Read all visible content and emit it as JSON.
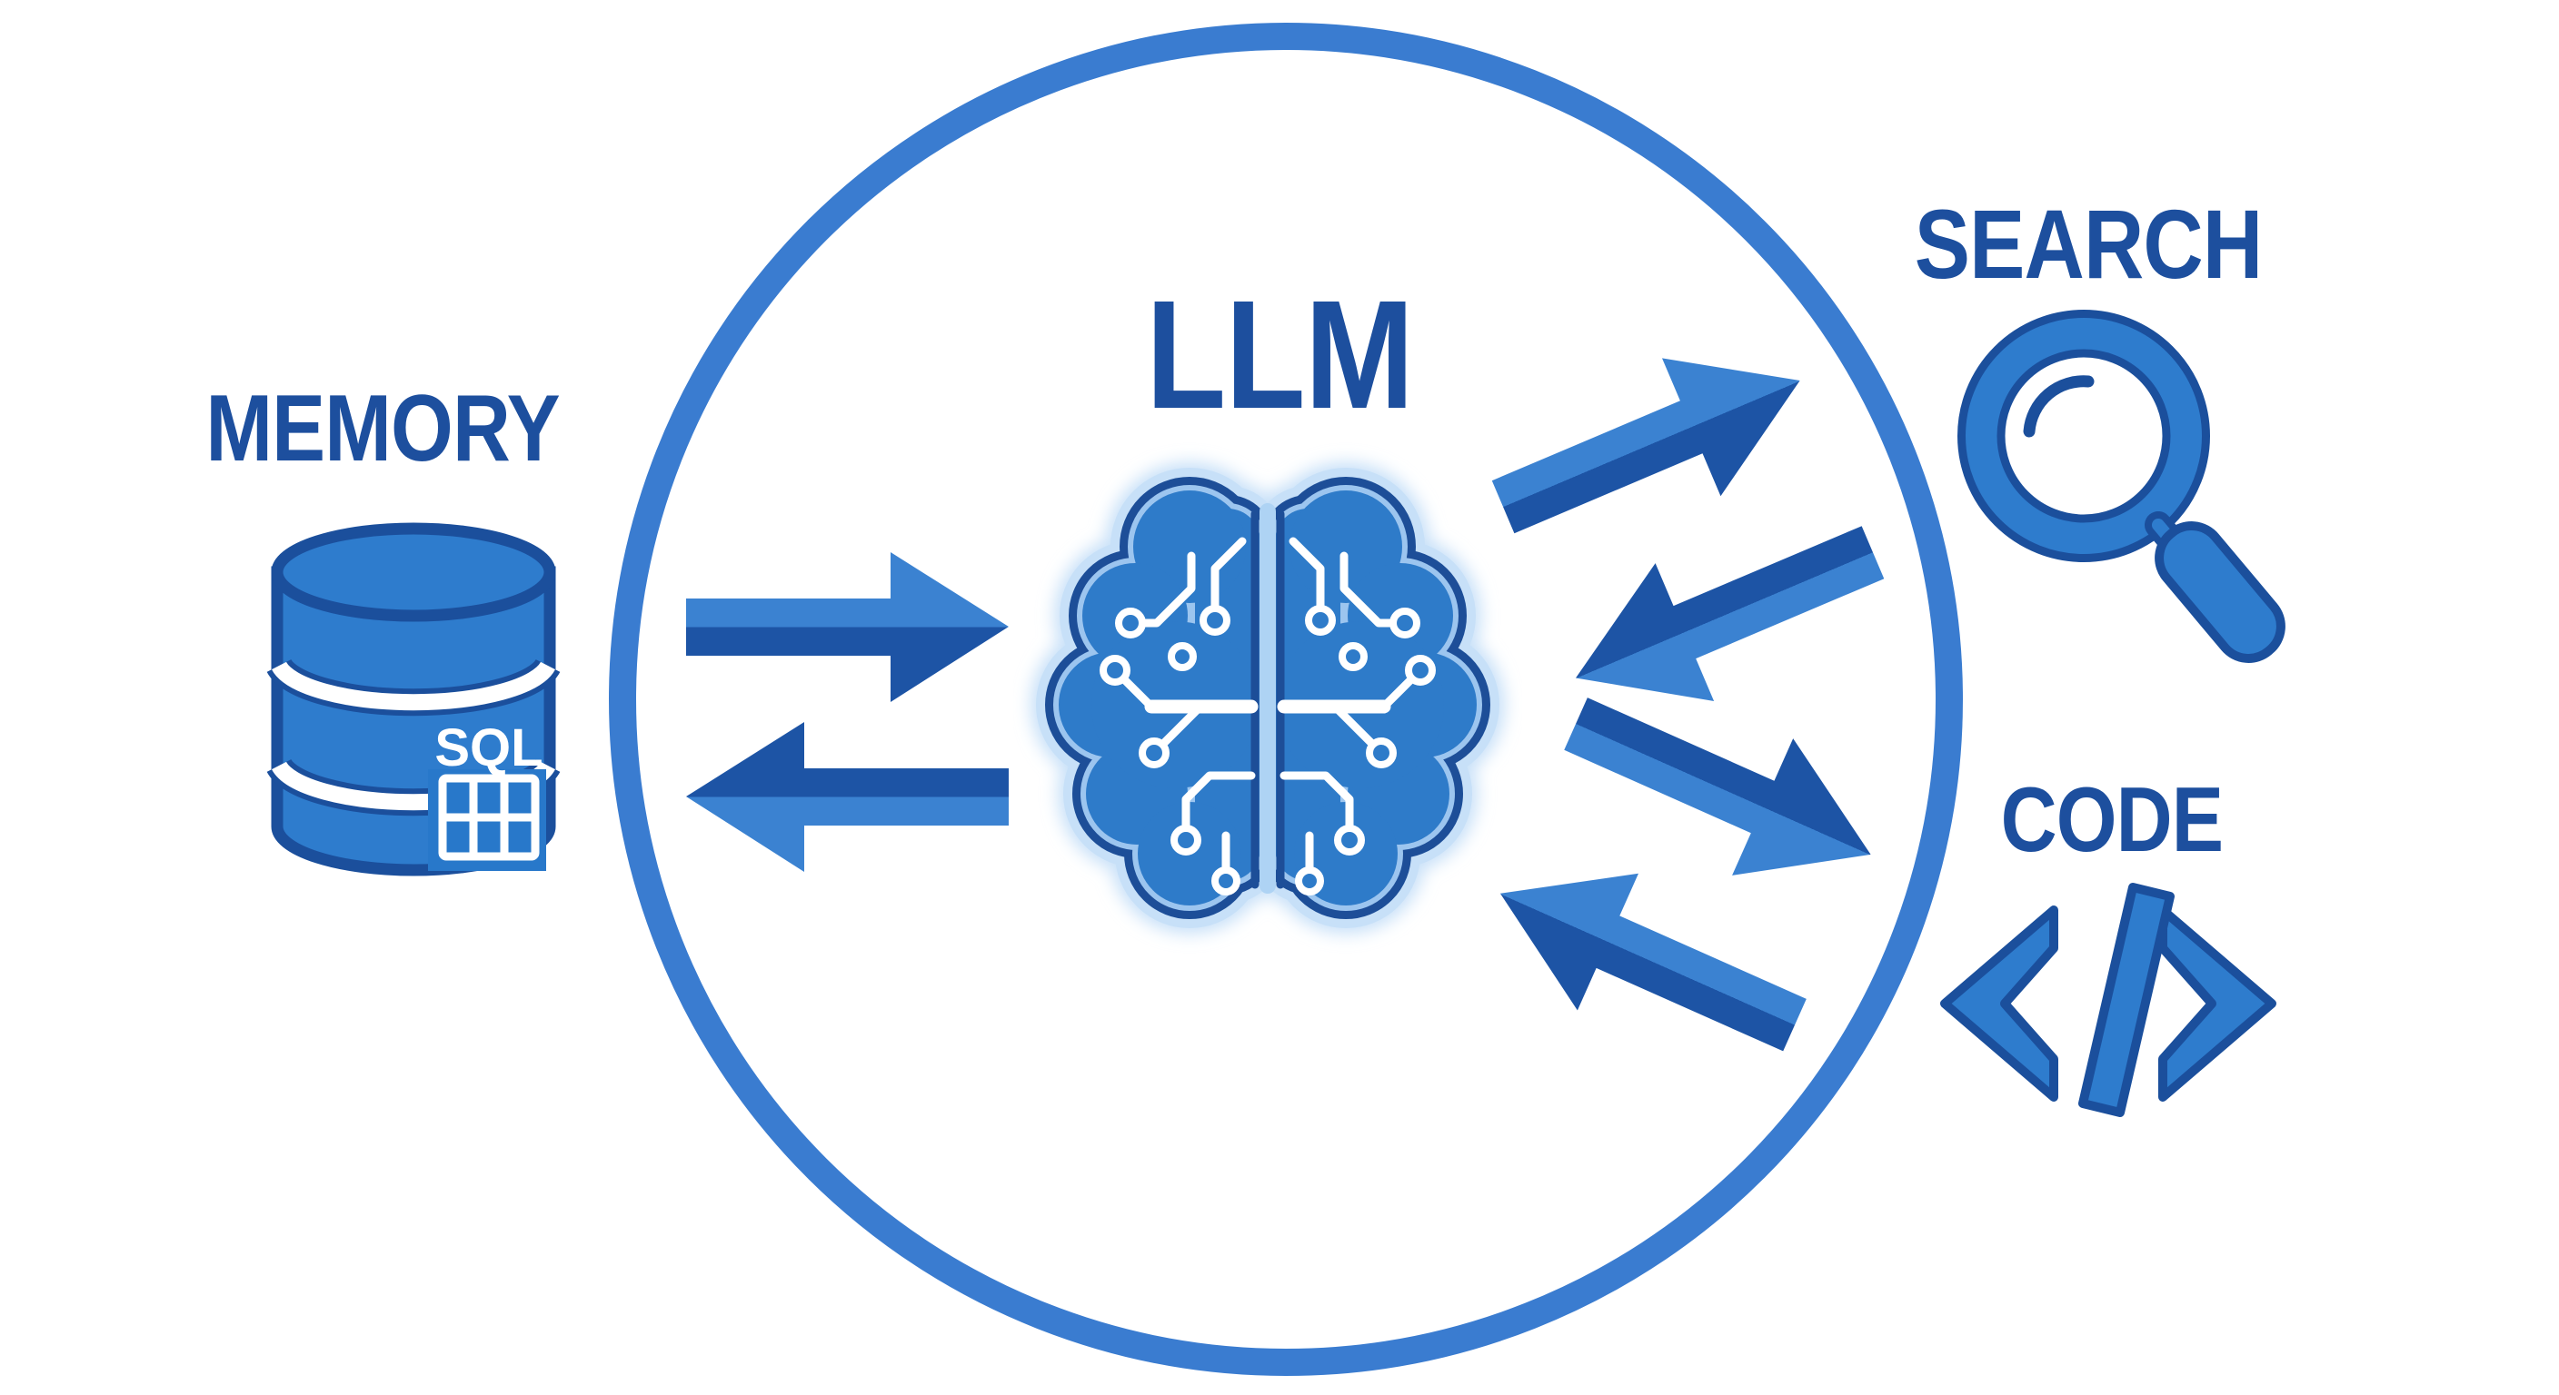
{
  "diagram": {
    "type": "llm-agent-tools-diagram",
    "boundary_shape": "circle",
    "background": "#ffffff"
  },
  "nodes": {
    "memory": {
      "label": "MEMORY",
      "icon": "database-icon",
      "badge": "SQL",
      "position": "left"
    },
    "llm": {
      "label": "LLM",
      "icon": "circuit-brain-icon",
      "position": "center"
    },
    "search": {
      "label": "SEARCH",
      "icon": "magnifier-icon",
      "position": "top-right"
    },
    "code": {
      "label": "CODE",
      "icon": "code-brackets-icon",
      "position": "bottom-right"
    }
  },
  "connections": [
    {
      "from": "llm",
      "to": "memory",
      "bidirectional": true
    },
    {
      "from": "llm",
      "to": "search",
      "bidirectional": true
    },
    {
      "from": "llm",
      "to": "code",
      "bidirectional": true
    }
  ],
  "colors": {
    "label": "#1d4f9e",
    "icon_fill": "#2e7ccd",
    "icon_outline": "#1b4f9c",
    "arrow_light": "#3b82d1",
    "arrow_dark": "#1d54a5",
    "circle_stroke": "#3a7cd0",
    "brain_fill": "#2e7bc9",
    "brain_outline": "#1d4e98",
    "brain_halo": "#c7e0f8"
  }
}
